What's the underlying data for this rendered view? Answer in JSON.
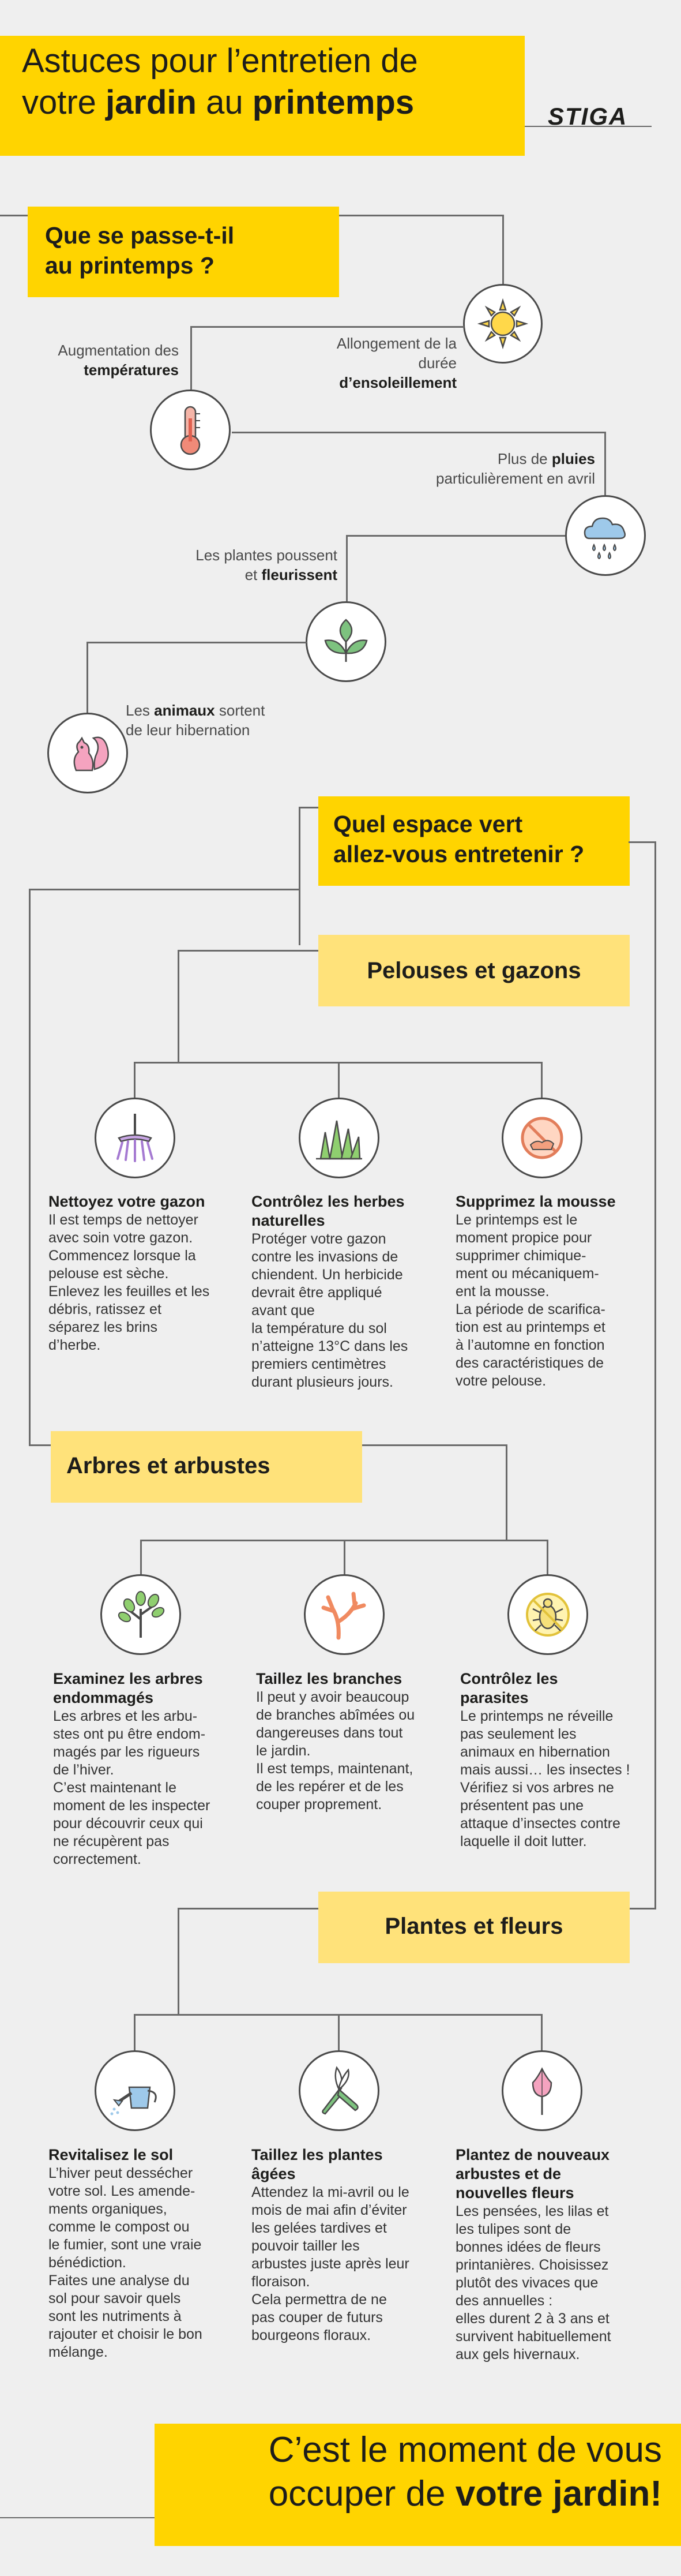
{
  "header": {
    "title_line1": "Astuces pour l’entretien de",
    "title_line2_a": "votre ",
    "title_line2_b": "jardin",
    "title_line2_c": " au ",
    "title_line2_d": "printemps",
    "brand": "STIGA"
  },
  "spring": {
    "title_line1": "Que se passe-t-il",
    "title_line2": "au printemps ?",
    "events": [
      {
        "pre": "Allongement de la",
        "mid_pre": "durée ",
        "bold": "d’ensoleillement",
        "post": "",
        "icon": "sun-icon"
      },
      {
        "pre": "Augmentation des",
        "mid_pre": "",
        "bold": "températures",
        "post": "",
        "icon": "thermometer-icon"
      },
      {
        "pre": "Plus de ",
        "mid_pre": "",
        "bold": "pluies",
        "post": "particulièrement en avril",
        "icon": "rain-cloud-icon"
      },
      {
        "pre": "Les plantes poussent",
        "mid_pre": "et ",
        "bold": "fleurissent",
        "post": "",
        "icon": "leaves-icon"
      },
      {
        "pre": "Les ",
        "mid_pre": "",
        "bold": "animaux",
        "post": " sortent",
        "line2": "de leur hibernation",
        "icon": "squirrel-icon"
      }
    ]
  },
  "question": {
    "line1": "Quel espace vert",
    "line2": "allez-vous entretenir ?"
  },
  "sections": [
    {
      "label": "Pelouses et gazons",
      "cards": [
        {
          "icon": "rake-icon",
          "title": "Nettoyez votre gazon",
          "body": "Il est temps de nettoyer\navec soin votre gazon.\nCommencez lorsque la\npelouse est sèche.\nEnlevez les feuilles et les\ndébris, ratissez et\nséparez les brins\nd’herbe."
        },
        {
          "icon": "grass-icon",
          "title": "Contrôlez les herbes\nnaturelles",
          "body": "Protéger votre gazon\ncontre les invasions de\nchiendent. Un herbicide\ndevrait être appliqué\navant que\nla température du sol\nn’atteigne 13°C dans les\npremiers centimètres\ndurant plusieurs jours."
        },
        {
          "icon": "no-moss-icon",
          "title": "Supprimez la mousse",
          "body": "Le printemps est le\nmoment propice pour\nsupprimer chimique-\nment ou mécaniquem-\nent la mousse.\nLa période de scarifica-\ntion est au printemps et\nà l’automne en fonction\ndes caractéristiques de\nvotre pelouse."
        }
      ]
    },
    {
      "label": "Arbres et arbustes",
      "cards": [
        {
          "icon": "tree-icon",
          "title": "Examinez les arbres\nendommagés",
          "body": "Les arbres et les arbu-\nstes ont pu être endom-\nmagés par les rigueurs\nde l’hiver.\nC’est maintenant le\nmoment de les inspecter\npour découvrir ceux qui\nne récupèrent pas\ncorrectement."
        },
        {
          "icon": "branches-icon",
          "title": "Taillez les branches",
          "body": "Il peut y avoir beaucoup\nde branches abîmées ou\ndangereuses dans tout\nle jardin.\nIl est temps, maintenant,\nde les repérer et de les\ncouper proprement."
        },
        {
          "icon": "bug-icon",
          "title": "Contrôlez les\nparasites",
          "body": "Le printemps ne réveille\npas seulement les\nanimaux en hibernation\nmais aussi… les insectes !\nVérifiez si vos arbres ne\nprésentent pas une\nattaque d’insectes contre\nlaquelle il doit lutter."
        }
      ]
    },
    {
      "label": "Plantes et fleurs",
      "cards": [
        {
          "icon": "watering-can-icon",
          "title": "Revitalisez le sol",
          "body": "L’hiver peut dessécher\nvotre sol. Les amende-\nments organiques,\ncomme le compost ou\nle fumier, sont une vraie\nbénédiction.\nFaites une analyse du\nsol pour savoir quels\nsont les nutriments à\nrajouter et choisir le bon\nmélange."
        },
        {
          "icon": "pruner-icon",
          "title": "Taillez les plantes\nâgées",
          "body": "Attendez la mi-avril ou le\nmois de mai afin d’éviter\nles gelées tardives et\npouvoir tailler les\narbustes juste après leur\nfloraison.\nCela permettra de ne\npas couper de futurs\nbourgeons floraux."
        },
        {
          "icon": "tulip-icon",
          "title": "Plantez de nouveaux\narbustes et de\nnouvelles fleurs",
          "body": "Les pensées, les lilas et\nles tulipes sont de\nbonnes idées de fleurs\nprintanières. Choisissez\nplutôt des vivaces que\ndes annuelles :\nelles durent 2 à 3 ans et\nsurvivent habituellement\naux gels hivernaux."
        }
      ]
    }
  ],
  "footer": {
    "line1": "C’est le moment de vous",
    "line2_a": "occuper de ",
    "line2_b": "votre jardin!"
  }
}
